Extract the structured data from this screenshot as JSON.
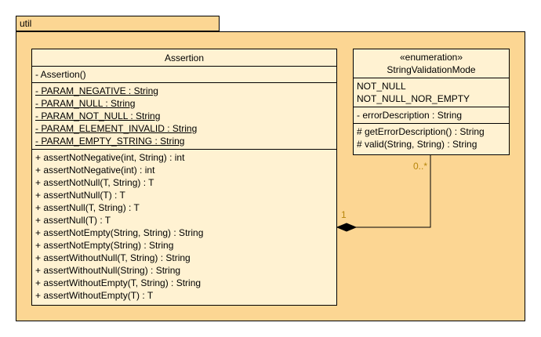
{
  "package": {
    "name": "util"
  },
  "assertion": {
    "name": "Assertion",
    "constructors": [
      "- Assertion()"
    ],
    "attributes": [
      "- PARAM_NEGATIVE : String",
      "- PARAM_NULL : String",
      "- PARAM_NOT_NULL : String",
      "- PARAM_ELEMENT_INVALID : String",
      "- PARAM_EMPTY_STRING : String"
    ],
    "operations": [
      "+ assertNotNegative(int, String) : int",
      "+ assertNotNegative(int) : int",
      "+ assertNotNull(T, String) : T",
      "+ assertNutNull(T) : T",
      "+ assertNull(T, String) : T",
      "+ assertNull(T) : T",
      "+ assertNotEmpty(String, String) : String",
      "+ assertNotEmpty(String) : String",
      "+ assertWithoutNull(T, String) : String",
      "+ assertWithoutNull(String) : String",
      "+ assertWithoutEmpty(T, String) : String",
      "+ assertWithoutEmpty(T) : T"
    ]
  },
  "svm": {
    "stereotype": "«enumeration»",
    "name": "StringValidationMode",
    "literals": [
      "NOT_NULL",
      "NOT_NULL_NOR_EMPTY"
    ],
    "attributes": [
      "- errorDescription : String"
    ],
    "operations": [
      "# getErrorDescription() : String",
      "# valid(String, String) : String"
    ]
  },
  "association": {
    "source_multiplicity": "1",
    "target_multiplicity": "0..*",
    "kind": "composition"
  },
  "colors": {
    "package_fill": "#fcd693",
    "class_fill": "#fff2d2",
    "multiplicity": "#b8860b",
    "line": "#000000"
  }
}
